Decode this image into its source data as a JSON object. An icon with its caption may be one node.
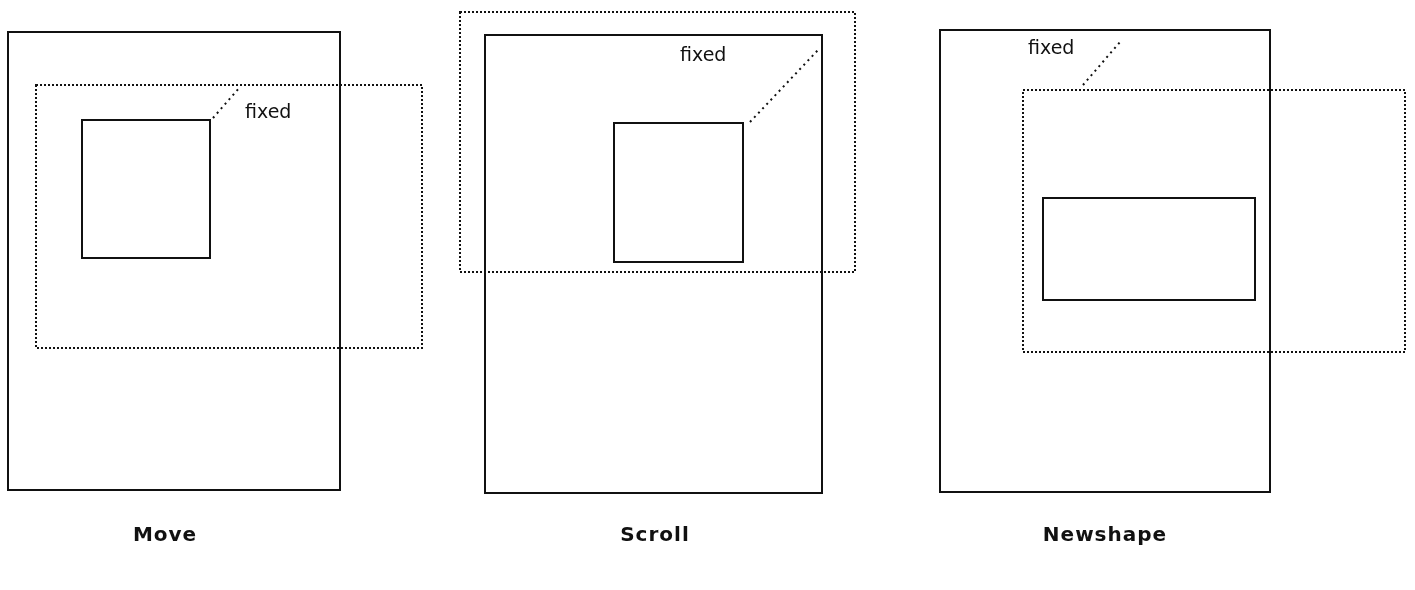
{
  "diagram": {
    "labels": [
      "fixed",
      "fixed",
      "fixed",
      "Move",
      "Scroll",
      "Newshape"
    ]
  }
}
